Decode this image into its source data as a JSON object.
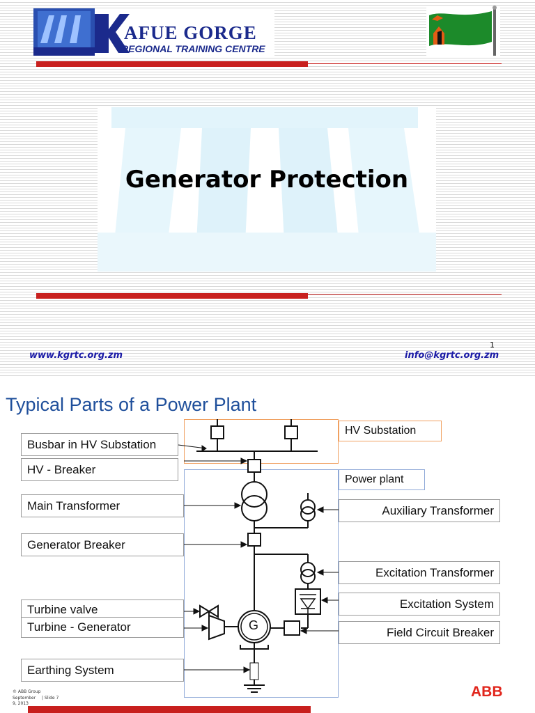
{
  "slide1": {
    "logo_title": "AFUE GORGE",
    "logo_subtitle": "REGIONAL TRAINING CENTRE",
    "logo_icon": "kgrtc-logo-icon",
    "flag_icon": "zambia-flag-icon",
    "title": "Generator Protection",
    "page_number": "1",
    "website": "www.kgrtc.org.zm",
    "email": "info@kgrtc.org.zm",
    "colors": {
      "red_bar": "#c8201e",
      "logo_blue": "#1b2a8c",
      "link_blue": "#1a1aa6"
    }
  },
  "slide2": {
    "title": "Typical Parts of a Power Plant",
    "left_labels": [
      "Busbar in HV Substation",
      "HV - Breaker",
      "Main Transformer",
      "Generator Breaker",
      "Turbine valve",
      "Turbine - Generator",
      "Earthing System"
    ],
    "right_labels": [
      "Auxiliary Transformer",
      "Excitation Transformer",
      "Excitation System",
      "Field Circuit Breaker"
    ],
    "zone_labels": {
      "hv_substation": "HV Substation",
      "power_plant": "Power plant"
    },
    "generator_symbol": "G",
    "footer": {
      "copyright": "© ABB Group",
      "date": "September",
      "slide": "| Slide 7",
      "year_fragment": "9, 2013"
    },
    "brand": "ABB",
    "colors": {
      "title_blue": "#1f4f9b",
      "abb_red": "#e1261c",
      "hv_border": "#f0a060",
      "plant_border": "#8fa9d8"
    }
  }
}
